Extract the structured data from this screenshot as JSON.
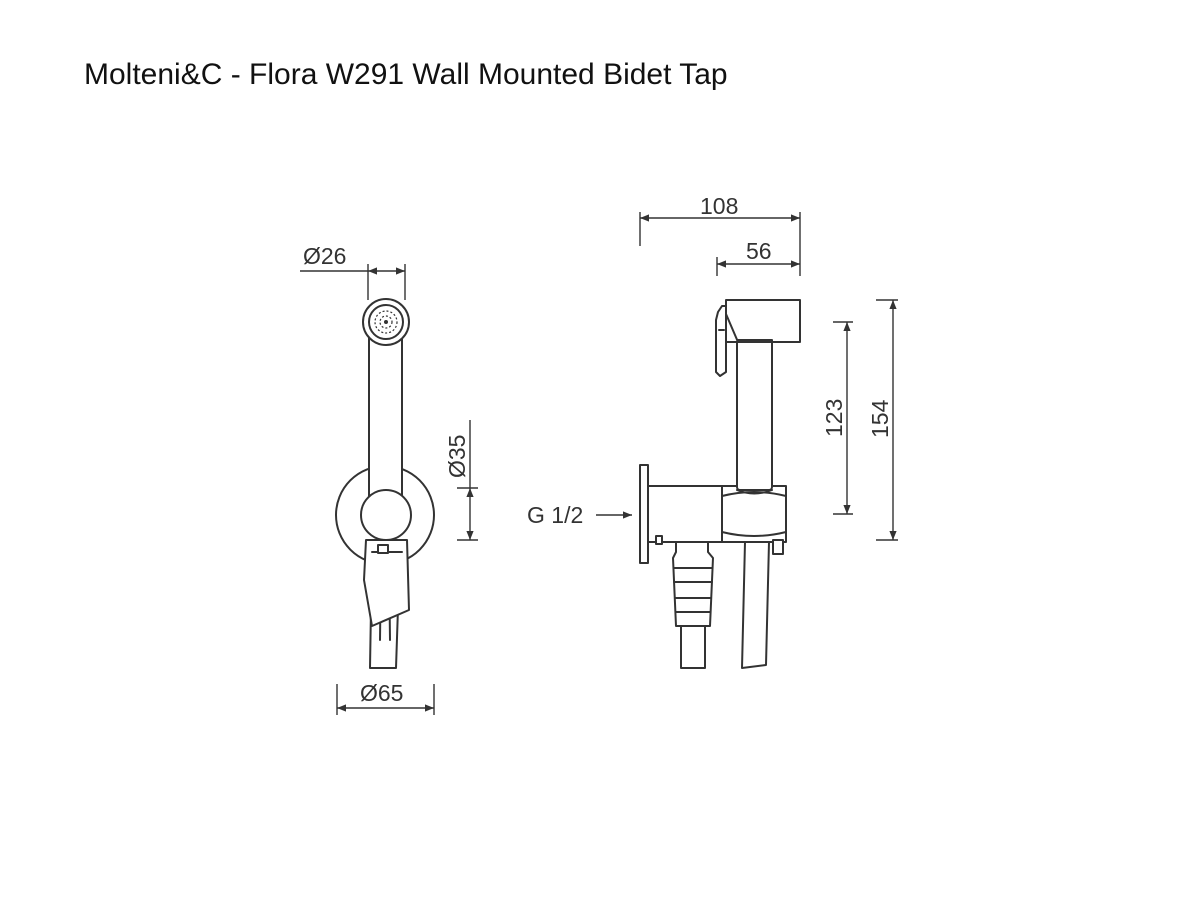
{
  "title": "Molteni&C - Flora W291 Wall Mounted Bidet Tap",
  "front_view": {
    "dim_head_diameter": "Ø26",
    "dim_rosette_diameter": "Ø65",
    "dim_body_diameter": "Ø35"
  },
  "side_view": {
    "dim_total_depth": "108",
    "dim_handset_depth": "56",
    "dim_handset_height": "123",
    "dim_total_height": "154",
    "thread_label": "G 1/2"
  },
  "colors": {
    "line": "#333333",
    "background": "#ffffff"
  }
}
